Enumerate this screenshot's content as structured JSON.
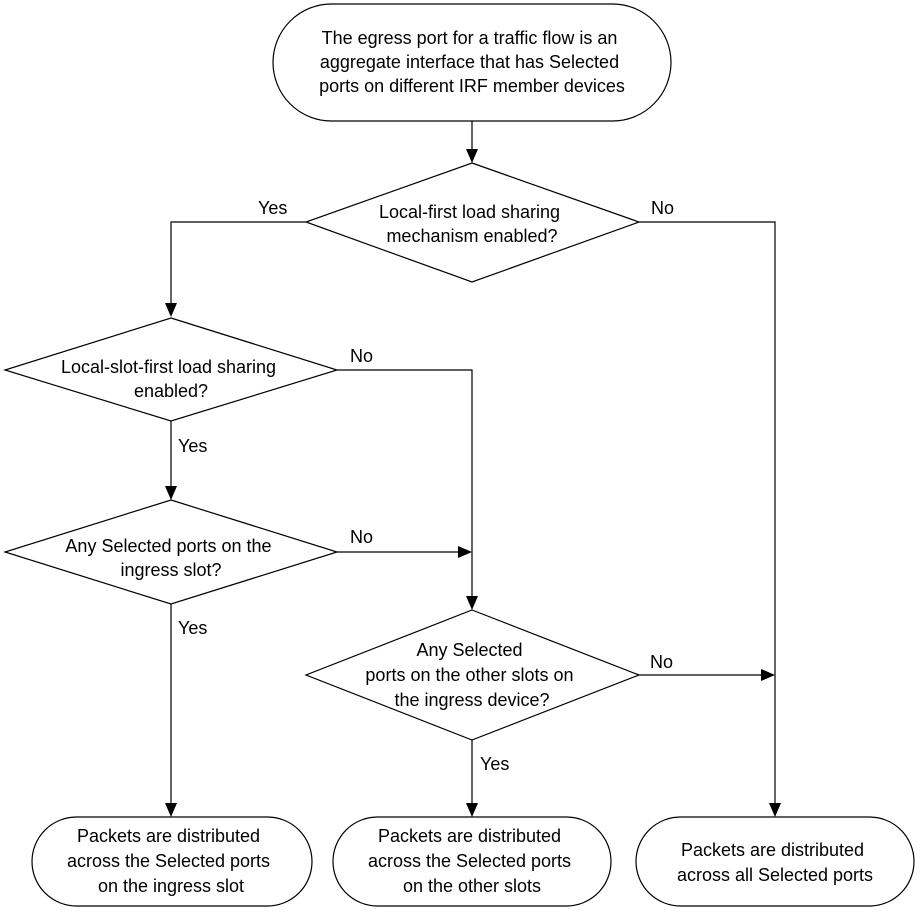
{
  "nodes": {
    "start": {
      "lines": [
        "The egress port for a traffic flow is an",
        "aggregate interface that has Selected",
        "ports on different IRF member devices"
      ]
    },
    "decision_local_first": {
      "lines": [
        "Local-first load sharing",
        "mechanism enabled?"
      ]
    },
    "decision_local_slot_first": {
      "lines": [
        "Local-slot-first load sharing",
        "enabled?"
      ]
    },
    "decision_ingress_slot": {
      "lines": [
        "Any Selected ports on the",
        "ingress slot?"
      ]
    },
    "decision_other_slots": {
      "lines": [
        "Any Selected",
        "ports on the other slots on",
        "the ingress device?"
      ]
    },
    "end_ingress_slot": {
      "lines": [
        "Packets are distributed",
        "across the Selected ports",
        "on the ingress slot"
      ]
    },
    "end_other_slots": {
      "lines": [
        "Packets are distributed",
        "across the Selected ports",
        "on the other slots"
      ]
    },
    "end_all_ports": {
      "lines": [
        "Packets are distributed",
        "across all Selected ports"
      ]
    }
  },
  "edge_labels": {
    "local_first_yes": "Yes",
    "local_first_no": "No",
    "local_slot_first_no": "No",
    "local_slot_first_yes": "Yes",
    "ingress_slot_no": "No",
    "ingress_slot_yes": "Yes",
    "other_slots_no": "No",
    "other_slots_yes": "Yes"
  }
}
